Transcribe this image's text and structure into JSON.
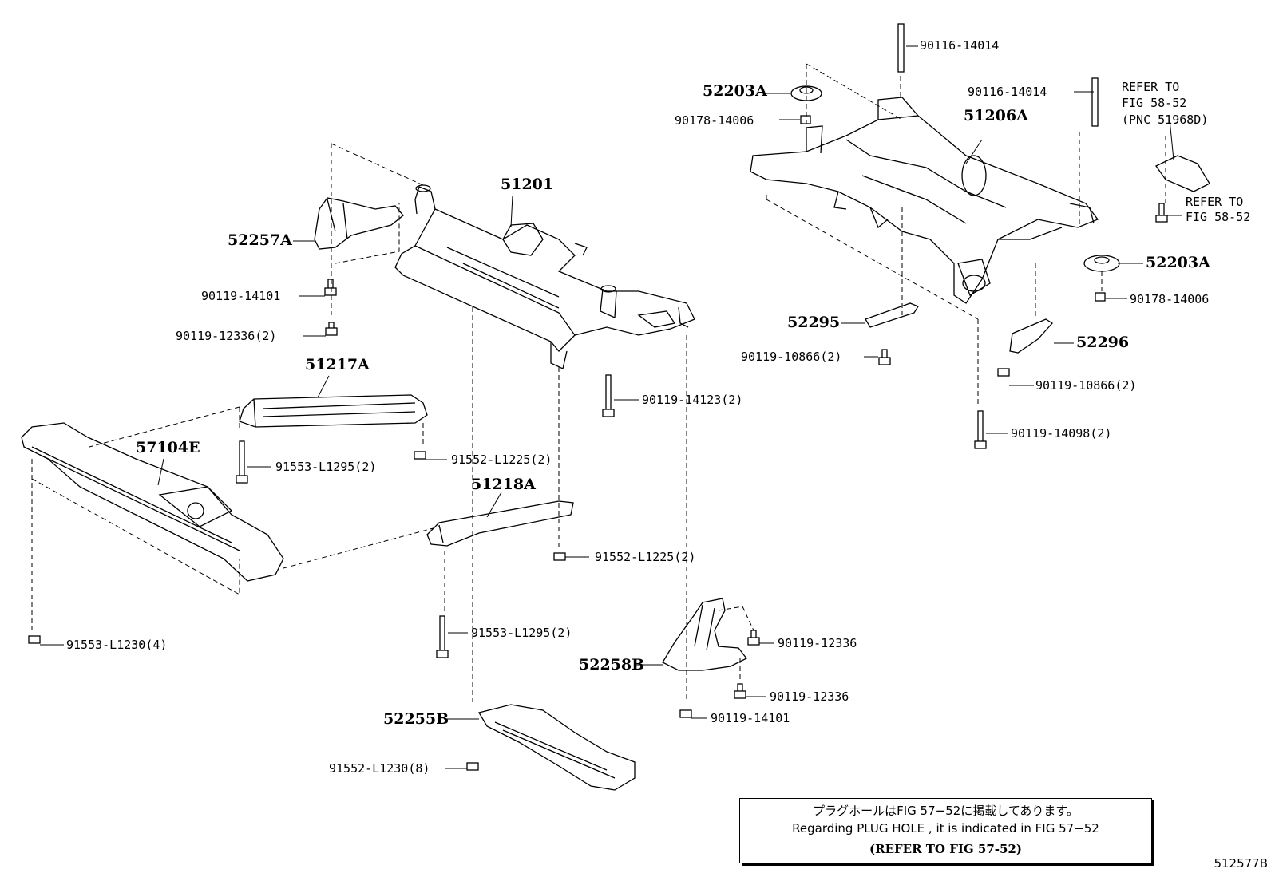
{
  "labels": {
    "p90116_14014_top": "90116-14014",
    "p90116_14014_mid": "90116-14014",
    "p52203A_top": "52203A",
    "p90178_14006_top": "90178-14006",
    "p51206A": "51206A",
    "refer_58_52_a_line1": "REFER TO",
    "refer_58_52_a_line2": "FIG 58-52",
    "refer_58_52_a_line3": "(PNC 51968D)",
    "refer_58_52_b_line1": "REFER TO",
    "refer_58_52_b_line2": "FIG 58-52",
    "p52203A_right": "52203A",
    "p90178_14006_right": "90178-14006",
    "p52295": "52295",
    "p52296": "52296",
    "p90119_10866_left": "90119-10866(2)",
    "p90119_10866_right": "90119-10866(2)",
    "p90119_14098": "90119-14098(2)",
    "p51201": "51201",
    "p52257A": "52257A",
    "p90119_14101_left": "90119-14101",
    "p90119_12336_2": "90119-12336(2)",
    "p51217A": "51217A",
    "p90119_14123": "90119-14123(2)",
    "p57104E": "57104E",
    "p91553_L1295_upper": "91553-L1295(2)",
    "p91552_L1225_upper": "91552-L1225(2)",
    "p51218A": "51218A",
    "p91552_L1225_lower": "91552-L1225(2)",
    "p91553_L1295_lower": "91553-L1295(2)",
    "p91553_L1230": "91553-L1230(4)",
    "p90119_12336_a": "90119-12336",
    "p52258B": "52258B",
    "p90119_12336_b": "90119-12336",
    "p90119_14101_right": "90119-14101",
    "p52255B": "52255B",
    "p91552_L1230": "91552-L1230(8)"
  },
  "note": {
    "japanese": "プラグホールはFIG 57−52に掲載してあります。",
    "english": "Regarding  PLUG  HOLE , it is indicated in FIG  57−52",
    "reference": "(REFER TO FIG 57-52)"
  },
  "figure_id": "512577B"
}
